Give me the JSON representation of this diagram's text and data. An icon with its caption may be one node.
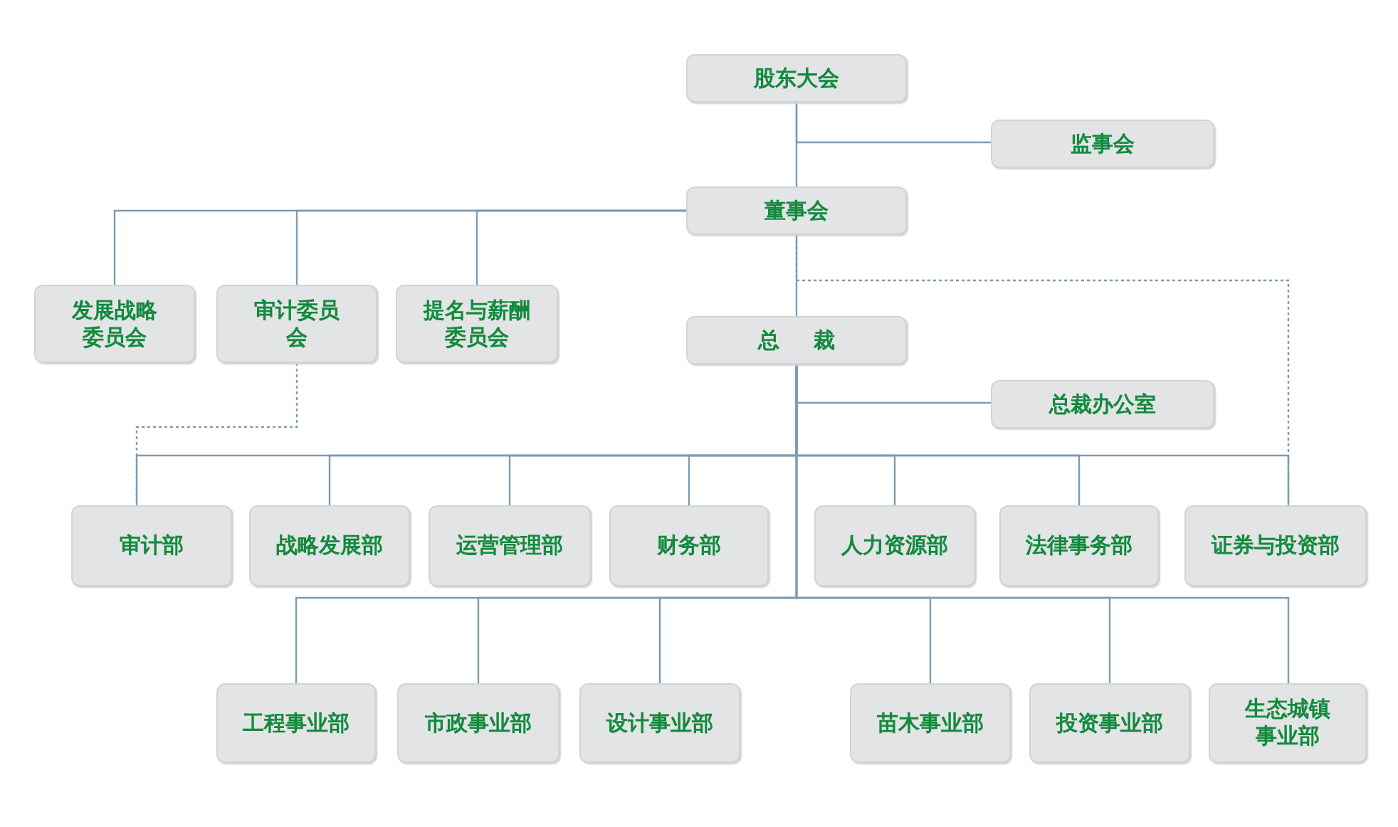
{
  "diagram": {
    "nodes": [
      {
        "text": [
          "股东大会"
        ]
      },
      {
        "text": [
          "监事会"
        ]
      },
      {
        "text": [
          "董事会"
        ]
      },
      {
        "text": [
          "发展战略委员会"
        ]
      },
      {
        "text": [
          "审计委员会"
        ]
      },
      {
        "text": [
          "提名与薪酬委员会"
        ]
      },
      {
        "text": [
          "总裁"
        ]
      },
      {
        "text": [
          "总裁办公室"
        ]
      },
      {
        "text": [
          "审计部"
        ]
      },
      {
        "text": [
          "战略发展部"
        ]
      },
      {
        "text": [
          "运营管理部"
        ]
      },
      {
        "text": [
          "财务部"
        ]
      },
      {
        "text": [
          "人力资源部"
        ]
      },
      {
        "text": [
          "法律事务部"
        ]
      },
      {
        "text": [
          "证券与投资部"
        ]
      },
      {
        "text": [
          "工程事业部"
        ]
      },
      {
        "text": [
          "市政事业部"
        ]
      },
      {
        "text": [
          "设计事业部"
        ]
      },
      {
        "text": [
          "苗木事业部"
        ]
      },
      {
        "text": [
          "投资事业部"
        ]
      },
      {
        "text": [
          "生态城镇事业部"
        ]
      }
    ],
    "edges": [
      {
        "from": 0,
        "to": 1,
        "arrow": "none"
      },
      {
        "from": 0,
        "to": 2,
        "arrow": "none"
      },
      {
        "from": 2,
        "to": 3,
        "arrow": "none"
      },
      {
        "from": 2,
        "to": 4,
        "arrow": "none"
      },
      {
        "from": 2,
        "to": 5,
        "arrow": "none"
      },
      {
        "from": 2,
        "to": 6,
        "arrow": "none"
      },
      {
        "from": 2,
        "to": 14,
        "arrow": "none",
        "style": "dashed"
      },
      {
        "from": 6,
        "to": 7,
        "arrow": "none"
      },
      {
        "from": 4,
        "to": 8,
        "arrow": "none",
        "style": "dashed"
      },
      {
        "from": 6,
        "to": 8,
        "arrow": "none"
      },
      {
        "from": 6,
        "to": 9,
        "arrow": "none"
      },
      {
        "from": 6,
        "to": 10,
        "arrow": "none"
      },
      {
        "from": 6,
        "to": 11,
        "arrow": "none"
      },
      {
        "from": 6,
        "to": 12,
        "arrow": "none"
      },
      {
        "from": 6,
        "to": 13,
        "arrow": "none"
      },
      {
        "from": 6,
        "to": 14,
        "arrow": "none"
      },
      {
        "from": 6,
        "to": 15,
        "arrow": "none"
      },
      {
        "from": 6,
        "to": 16,
        "arrow": "none"
      },
      {
        "from": 6,
        "to": 17,
        "arrow": "none"
      },
      {
        "from": 6,
        "to": 18,
        "arrow": "none"
      },
      {
        "from": 6,
        "to": 19,
        "arrow": "none"
      },
      {
        "from": 6,
        "to": 20,
        "arrow": "none"
      }
    ]
  }
}
